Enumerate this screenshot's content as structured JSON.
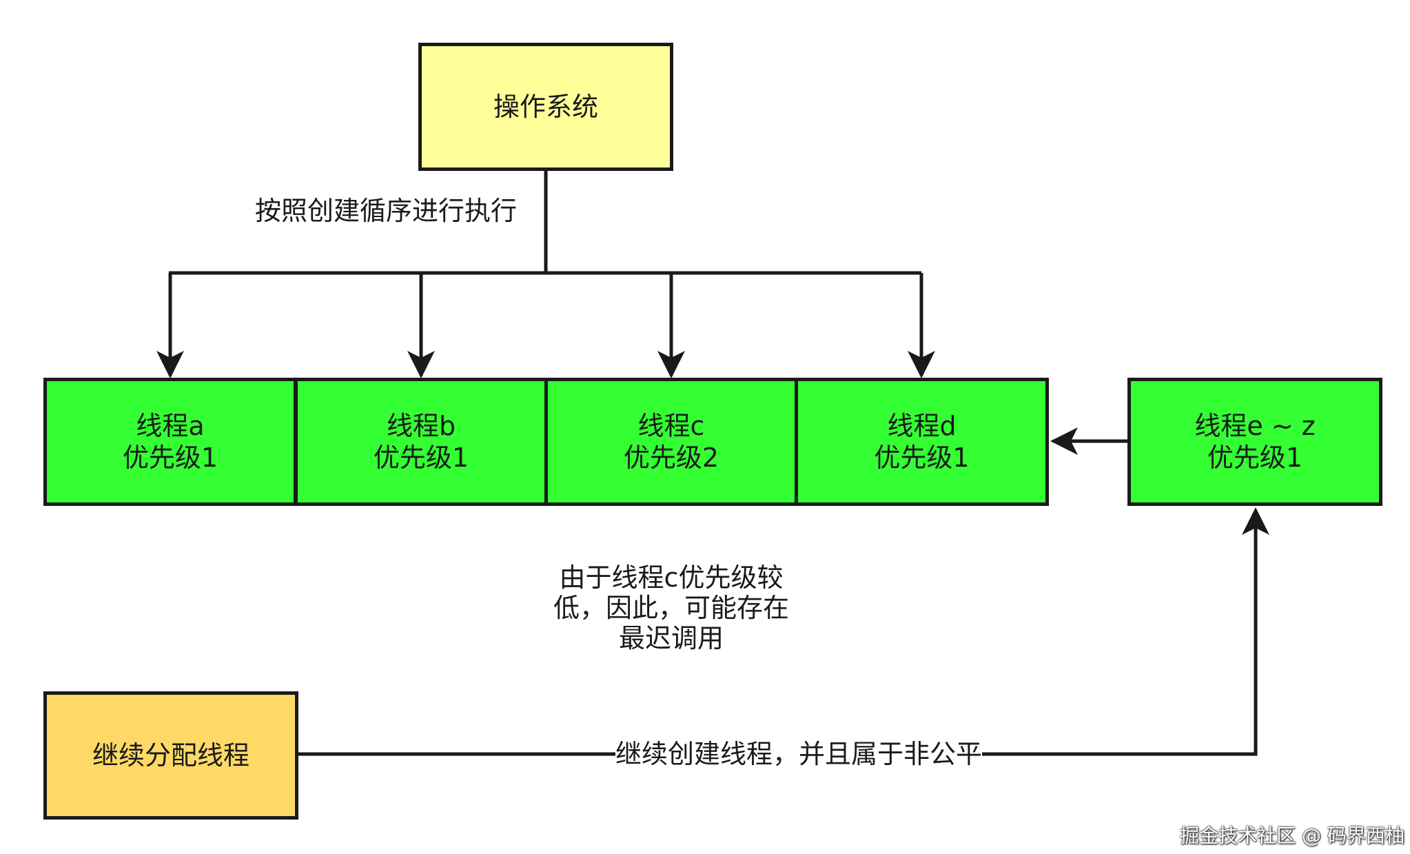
{
  "nodes": {
    "os": {
      "label": "操作系统"
    },
    "thread_a": {
      "line1": "线程a",
      "line2": "优先级1"
    },
    "thread_b": {
      "line1": "线程b",
      "line2": "优先级1"
    },
    "thread_c": {
      "line1": "线程c",
      "line2": "优先级2"
    },
    "thread_d": {
      "line1": "线程d",
      "line2": "优先级1"
    },
    "thread_ez": {
      "line1": "线程e ~ z",
      "line2": "优先级1"
    },
    "continue_alloc": {
      "label": "继续分配线程"
    }
  },
  "edge_labels": {
    "os_to_threads": "按照创建循序进行执行",
    "alloc_to_ez": "继续创建线程，并且属于非公平"
  },
  "note": {
    "line1": "由于线程c优先级较",
    "line2": "低，因此，可能存在",
    "line3": "最迟调用"
  },
  "watermark": "掘金技术社区 @ 码界西柚",
  "colors": {
    "os_fill": "#ffff99",
    "thread_fill": "#33ff33",
    "alloc_fill": "#ffd966",
    "stroke": "#1a1a1a"
  }
}
